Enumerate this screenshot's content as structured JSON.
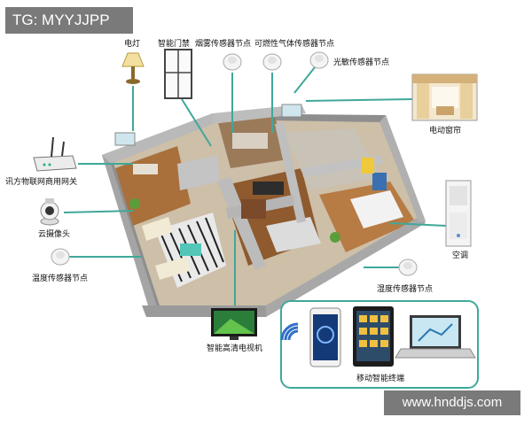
{
  "watermark_tag": "TG: MYYJJPP",
  "watermark_site": "www.hnddjs.com",
  "colors": {
    "connector": "#3fa89a",
    "wall": "#b9b9b9",
    "floor_wood": "#a9703c"
  },
  "labels": {
    "light": "电灯",
    "door_access": "智能门禁",
    "smoke_sensor": "烟雾传感器节点",
    "gas_sensor": "可燃性气体传感器节点",
    "light_sensor": "光敏传感器节点",
    "curtain": "电动窗帘",
    "gateway": "讯方物联网商用网关",
    "camera": "云摄像头",
    "temp_sensor": "温度传感器节点",
    "air_conditioner": "空调",
    "humidity_sensor": "湿度传感器节点",
    "tv": "智能高清电视机",
    "mobile_terminal": "移动智能终端"
  },
  "icons": [
    "lamp-icon",
    "door-icon",
    "smoke-sensor-icon",
    "gas-sensor-icon",
    "light-sensor-icon",
    "curtain-photo",
    "router-icon",
    "camera-icon",
    "temp-sensor-icon",
    "air-conditioner-icon",
    "humidity-sensor-icon",
    "tv-icon",
    "wifi-icon",
    "phone-icon",
    "tablet-icon",
    "laptop-icon"
  ]
}
